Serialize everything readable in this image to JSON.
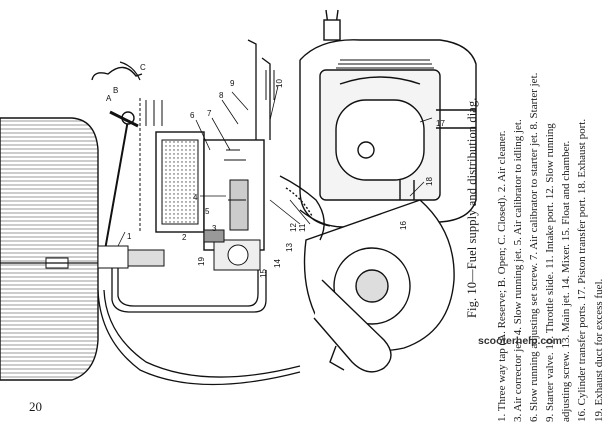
{
  "caption": "Fig. 10—Fuel supply and distribution diag.",
  "legend": [
    "1. Three way tap (A. Reserve; B. Open; C. Closed). 2. Air cleaner.",
    "3. Air corrector jet. 4. Slow running jet. 5. Air calibrator to idling jet.",
    "6. Slow running adjusting set screw. 7. Air calibrator to starter jet. 8. Starter jet.",
    "9. Starter valve. 10. Throttle slide. 11. Intake port. 12. Slow running",
    "adjusting screw. 13. Main jet. 14. Mixer. 15. Float and chamber.",
    "16. Cylinder transfer ports. 17. Piston transfer port. 18. Exhaust port.",
    "19. Exhaust duct for excess fuel."
  ],
  "page_number": "20",
  "watermark": "scooterhelp.com",
  "labels": {
    "tap_a": "A",
    "tap_b": "B",
    "tap_c": "C",
    "n1": "1",
    "n2": "2",
    "n3": "3",
    "n4": "4",
    "n5": "5",
    "n6": "6",
    "n7": "7",
    "n8": "8",
    "n9": "9",
    "n10": "10",
    "n11": "11",
    "n12": "12",
    "n13": "13",
    "n14": "14",
    "n15": "15",
    "n16": "16",
    "n17": "17",
    "n18": "18",
    "n19": "19"
  }
}
